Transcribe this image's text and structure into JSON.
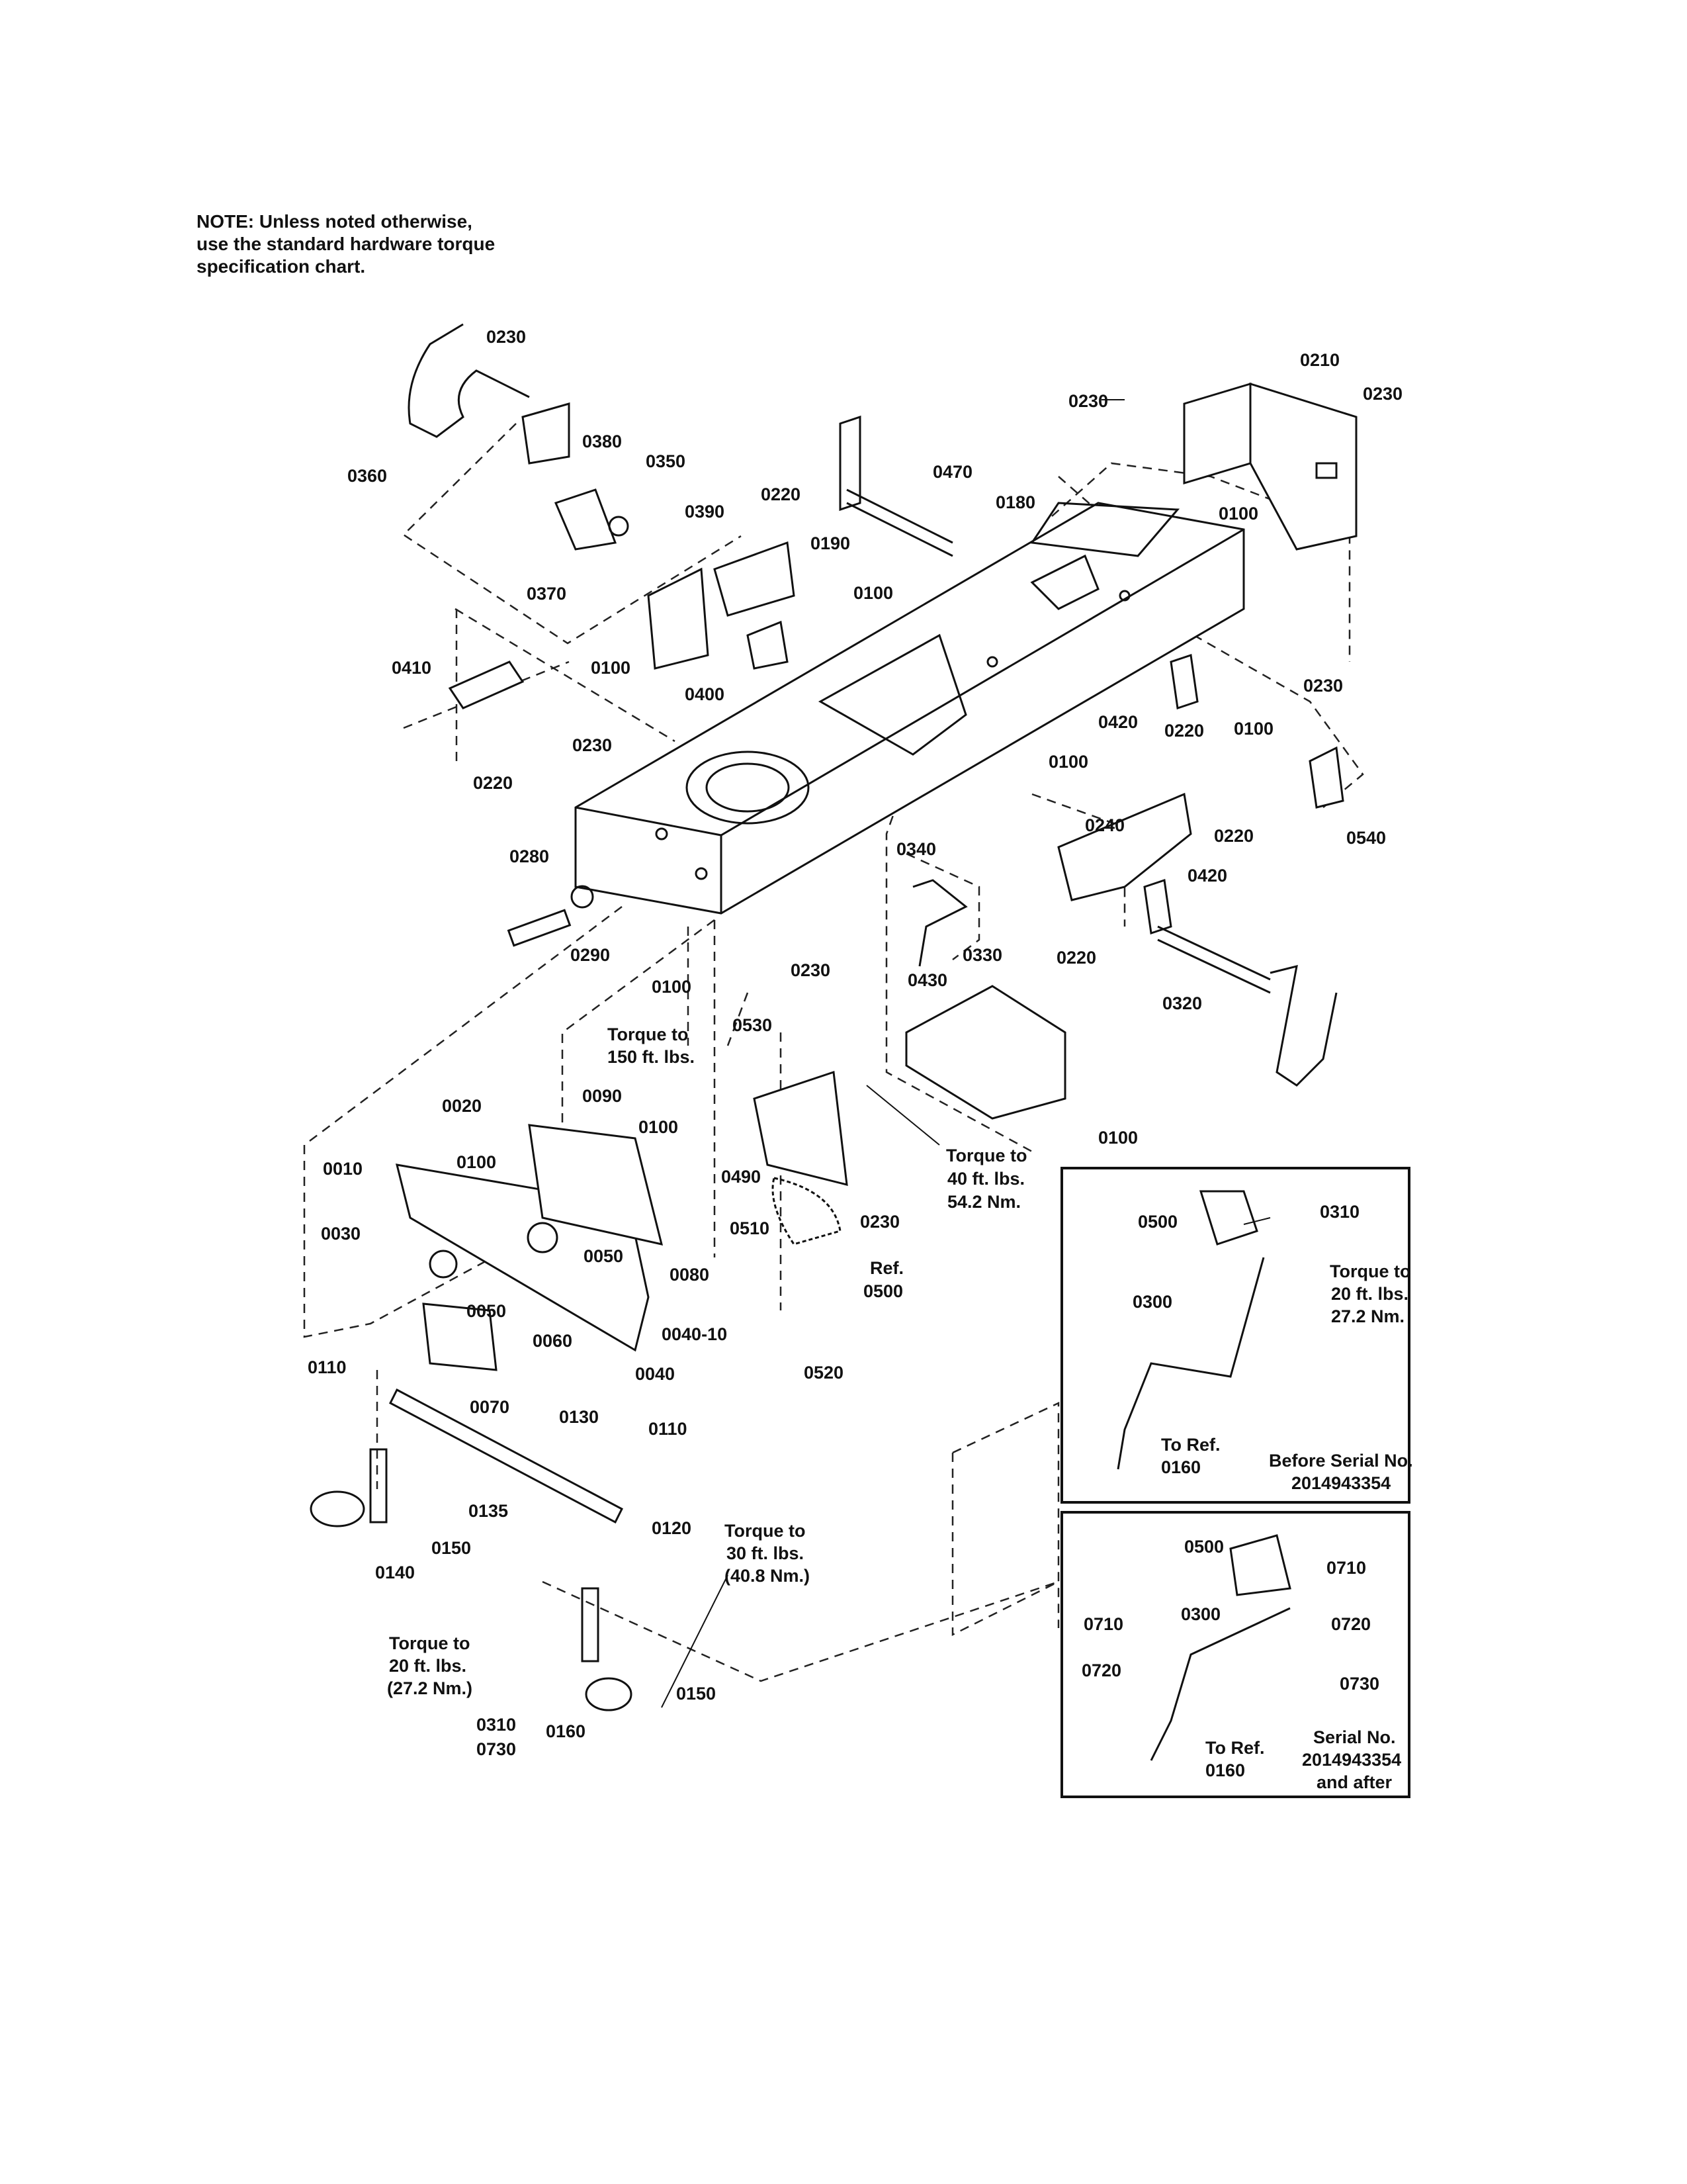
{
  "note": [
    "NOTE: Unless noted otherwise,",
    "use the standard hardware torque",
    "specification chart."
  ],
  "labels": [
    "0230",
    "0360",
    "0380",
    "0350",
    "0370",
    "0390",
    "0220",
    "0190",
    "0100",
    "0100",
    "0400",
    "0470",
    "0180",
    "0210",
    "0230",
    "0230",
    "0100",
    "0410",
    "0220",
    "0230",
    "0230",
    "0420",
    "0220",
    "0100",
    "0540",
    "0100",
    "0240",
    "0220",
    "0420",
    "0220",
    "0320",
    "0340",
    "0330",
    "0280",
    "0290",
    "0230",
    "0100",
    "0430",
    "0100",
    "0530",
    "0490",
    "0230",
    "0510",
    "0520",
    "0020",
    "0010",
    "0100",
    "0090",
    "0100",
    "0030",
    "0050",
    "0080",
    "0050",
    "0040-10",
    "0060",
    "0040",
    "0110",
    "0070",
    "0130",
    "0110",
    "0135",
    "0150",
    "0140",
    "0120",
    "0150",
    "0310",
    "0730",
    "0160",
    "0500",
    "0310",
    "0300",
    "0500",
    "0710",
    "0710",
    "0300",
    "0720",
    "0720",
    "0730"
  ],
  "torque_notes": {
    "t150": [
      "Torque to",
      "150 ft. lbs."
    ],
    "t40": [
      "Torque to",
      "40 ft. lbs.",
      "54.2 Nm."
    ],
    "t30": [
      "Torque to",
      "30 ft. lbs.",
      "(40.8 Nm.)"
    ],
    "t20": [
      "Torque to",
      "20 ft. lbs.",
      "(27.2 Nm.)"
    ],
    "t20b": [
      "Torque to",
      "20 ft. lbs.",
      "27.2 Nm."
    ]
  },
  "ref_notes": {
    "ref0500": [
      "Ref.",
      "0500"
    ],
    "ref0160_a": [
      "To Ref.",
      "0160"
    ],
    "ref0160_b": [
      "To Ref.",
      "0160"
    ]
  },
  "serial_notes": {
    "before": [
      "Before Serial No.",
      "2014943354"
    ],
    "after": [
      "Serial No.",
      "2014943354",
      "and after"
    ]
  }
}
